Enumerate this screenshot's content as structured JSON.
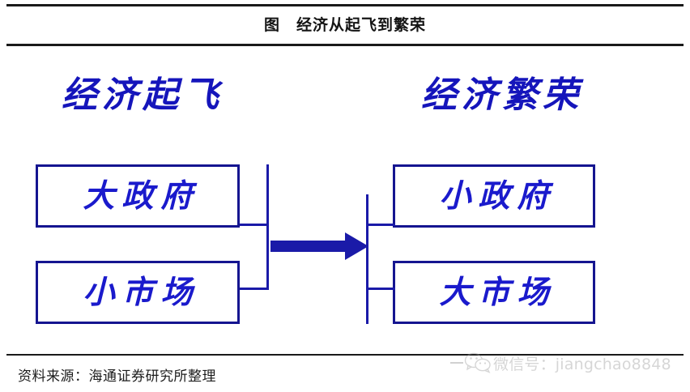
{
  "figure": {
    "title": "图　经济从起飞到繁荣",
    "source_note": "资料来源：海通证券研究所整理"
  },
  "colors": {
    "box_border": "#151590",
    "box_text": "#1a1acc",
    "heading_text": "#1515bb",
    "arrow": "#1a1aa8",
    "connector": "#1a1aa8",
    "rule": "#1a1a1a",
    "watermark": "#9a9a9a",
    "background": "#ffffff"
  },
  "stages": {
    "left": {
      "heading": "经济起飞",
      "boxes": [
        {
          "label": "大政府"
        },
        {
          "label": "小市场"
        }
      ]
    },
    "right": {
      "heading": "经济繁荣",
      "boxes": [
        {
          "label": "小政府"
        },
        {
          "label": "大市场"
        }
      ]
    }
  },
  "transition": {
    "direction": "left-to-right",
    "arrow_name": "transition-arrow"
  },
  "watermark": {
    "text": "微信号：jiangchao8848",
    "icon": "wechat-icon"
  }
}
